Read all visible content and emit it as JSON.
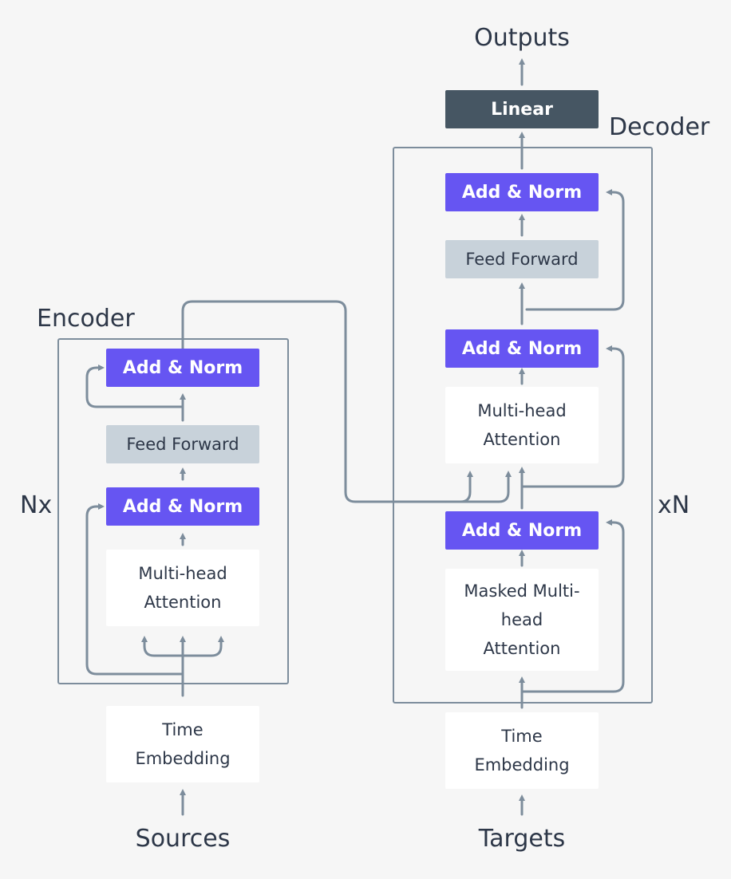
{
  "encoder": {
    "title": "Encoder",
    "repeat": "Nx",
    "add_norm_top": "Add & Norm",
    "feed_forward": "Feed Forward",
    "add_norm_bottom": "Add & Norm",
    "attention": [
      "Multi-head",
      "Attention"
    ],
    "embedding": [
      "Time",
      "Embedding"
    ],
    "input": "Sources"
  },
  "decoder": {
    "title": "Decoder",
    "repeat": "xN",
    "add_norm_top": "Add & Norm",
    "feed_forward": "Feed Forward",
    "add_norm_middle": "Add & Norm",
    "attention": [
      "Multi-head",
      "Attention"
    ],
    "add_norm_bottom": "Add & Norm",
    "masked_attention": [
      "Masked Multi-",
      "head",
      "Attention"
    ],
    "embedding": [
      "Time",
      "Embedding"
    ],
    "input": "Targets"
  },
  "linear": "Linear",
  "output": "Outputs",
  "colors": {
    "add_norm": "#6655f2",
    "feed_forward": "#c8d2da",
    "linear": "#465663",
    "arrow": "#7d8d9c",
    "text": "#2d3748",
    "background": "#f6f6f6"
  }
}
